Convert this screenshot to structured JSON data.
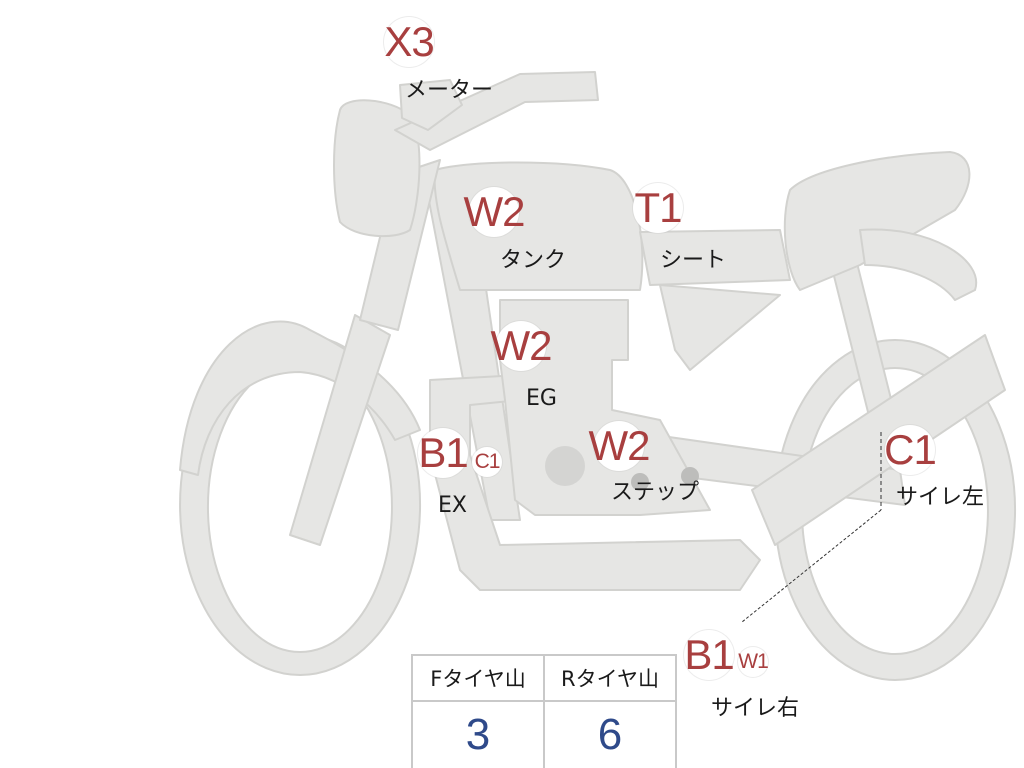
{
  "colors": {
    "bike_fill": "#e6e6e4",
    "bike_stroke": "#cfcfcc",
    "grade_red": "#a83f3f",
    "value_blue": "#2f4a8a"
  },
  "markers": [
    {
      "id": "meter",
      "grade": "X3",
      "label": "メーター"
    },
    {
      "id": "tank",
      "grade": "W2",
      "label": "タンク"
    },
    {
      "id": "seat",
      "grade": "T1",
      "label": "シート"
    },
    {
      "id": "engine",
      "grade": "W2",
      "label": "EG"
    },
    {
      "id": "exhaust",
      "grade": "B1",
      "sub_grade": "C1",
      "label": "EX"
    },
    {
      "id": "step",
      "grade": "W2",
      "label": "ステップ"
    },
    {
      "id": "muffler-left",
      "grade": "C1",
      "label": "サイレ左"
    },
    {
      "id": "muffler-right",
      "grade": "B1",
      "sub_grade": "W1",
      "label": "サイレ右"
    }
  ],
  "tire_table": {
    "headers": [
      "Fタイヤ山",
      "Rタイヤ山"
    ],
    "values": [
      "3",
      "6"
    ]
  }
}
